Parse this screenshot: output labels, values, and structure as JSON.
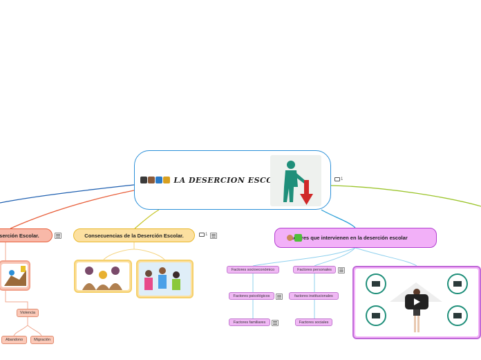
{
  "central": {
    "title": "LA DESERCION ESCOLAR",
    "comment_count": "1",
    "emoji_colors": [
      "#3a3a3a",
      "#8a5a3a",
      "#2a7ac8",
      "#d8a020"
    ]
  },
  "topics": {
    "left": {
      "label": "eserción Escolar."
    },
    "middle": {
      "label": "Consecuencias de la Deserción Escolar.",
      "comment_count": "1"
    },
    "right": {
      "label": "factores que intervienen en la deserción escolar"
    }
  },
  "subtopics": {
    "right": [
      "Factores socioeconómico",
      "Factores personales",
      "Factores psicológicos",
      "factores institucionales",
      "Factores familiares",
      "Factores sociales"
    ],
    "left": {
      "violencia": "Violencia",
      "abandono": "Abandono",
      "migracion": "Migración"
    }
  },
  "colors": {
    "central_border": "#2a8fd8",
    "branch_left_dark": "#1e5fb0",
    "branch_left": "#e8603c",
    "branch_mid": "#c7c62a",
    "branch_right": "#2a9fd8",
    "branch_far_right": "#9bc42a",
    "sub_link": "#8fd0ee",
    "left_sub_link": "#f0a890"
  },
  "icons": [
    "notes-icon",
    "comment-icon",
    "play-icon",
    "emoji-icon"
  ]
}
